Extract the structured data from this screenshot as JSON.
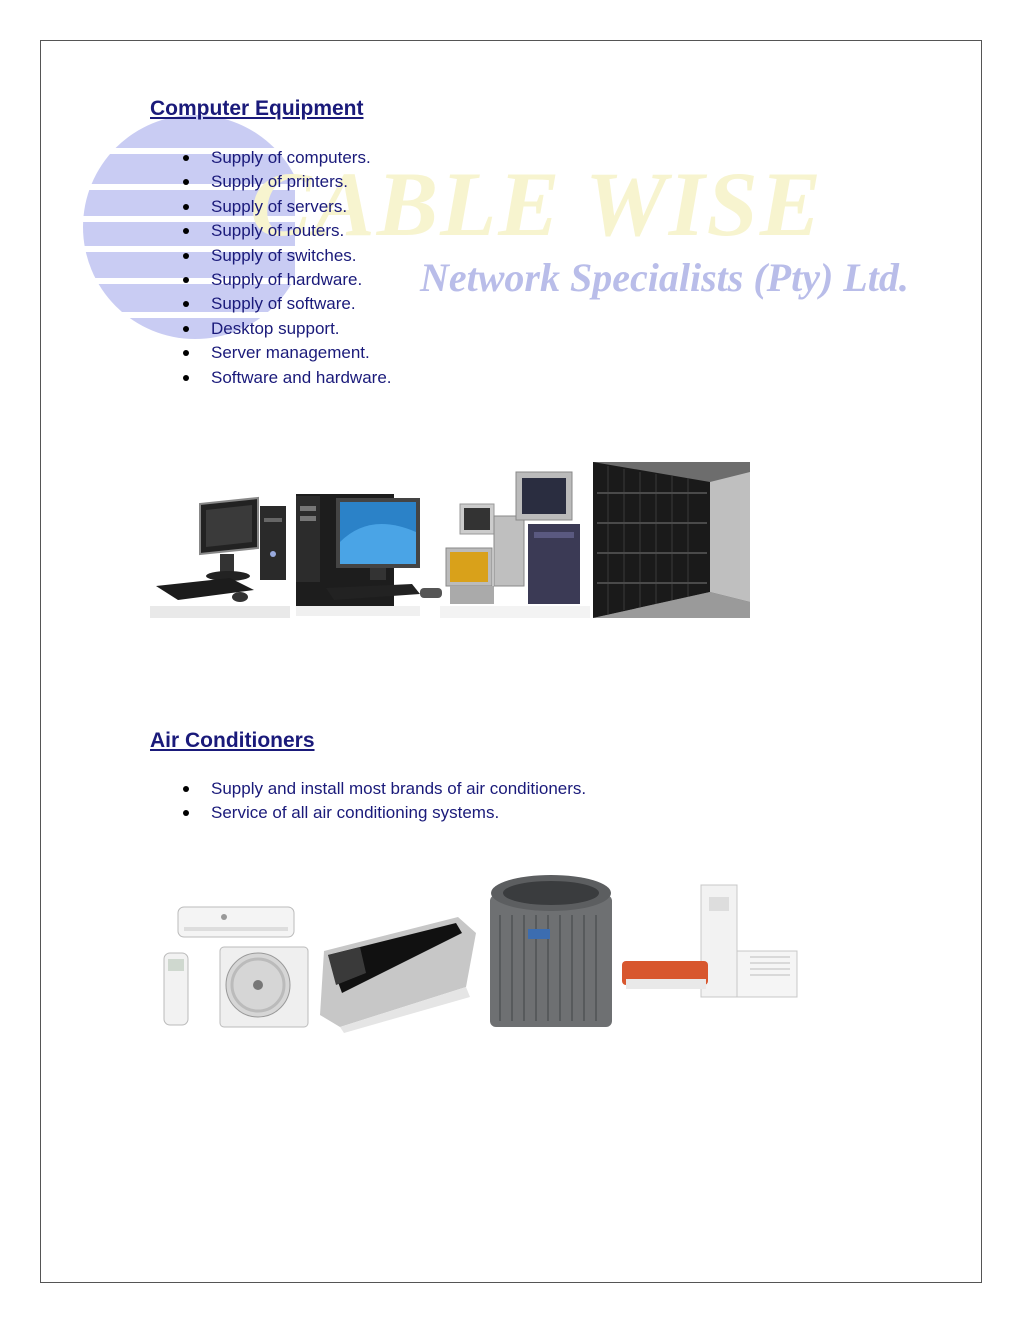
{
  "watermark": {
    "title": "CABLE WISE",
    "subtitle": "Network Specialists (Pty) Ltd."
  },
  "sections": [
    {
      "heading": "Computer Equipment",
      "items": [
        "Supply of computers.",
        "Supply of printers.",
        "Supply of servers.",
        "Supply of routers.",
        "Supply of switches.",
        "Supply of hardware.",
        "Supply of software.",
        "Desktop support.",
        "Server management.",
        "Software and hardware."
      ]
    },
    {
      "heading": "Air Conditioners",
      "items": [
        "Supply and install most brands of air conditioners.",
        "Service of all air conditioning systems."
      ]
    }
  ]
}
